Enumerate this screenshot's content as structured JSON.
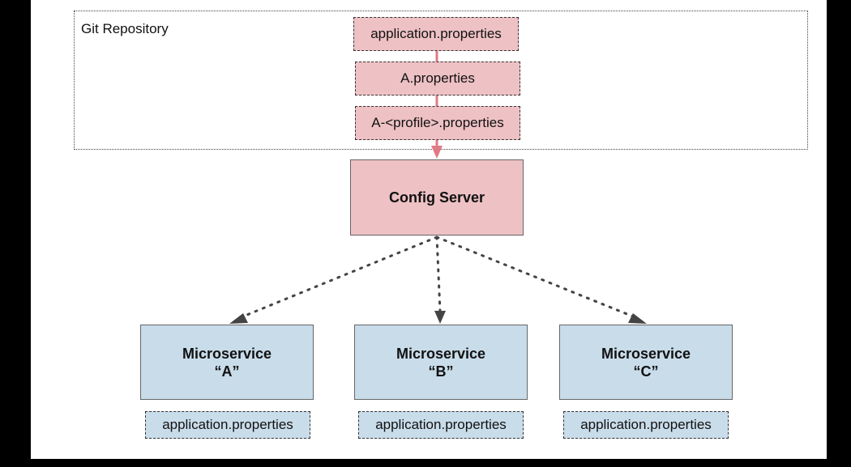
{
  "repository": {
    "label": "Git Repository",
    "files": [
      "application.properties",
      "A.properties",
      "A-<profile>.properties"
    ]
  },
  "config_server": {
    "label": "Config Server"
  },
  "microservices": [
    {
      "name": "Microservice",
      "id": "“A”",
      "file": "application.properties"
    },
    {
      "name": "Microservice",
      "id": "“B”",
      "file": "application.properties"
    },
    {
      "name": "Microservice",
      "id": "“C”",
      "file": "application.properties"
    }
  ],
  "colors": {
    "config_fill": "#eec1c4",
    "service_fill": "#c9dcea",
    "repo_arrow": "#e07a86",
    "service_arrow": "#444444"
  }
}
